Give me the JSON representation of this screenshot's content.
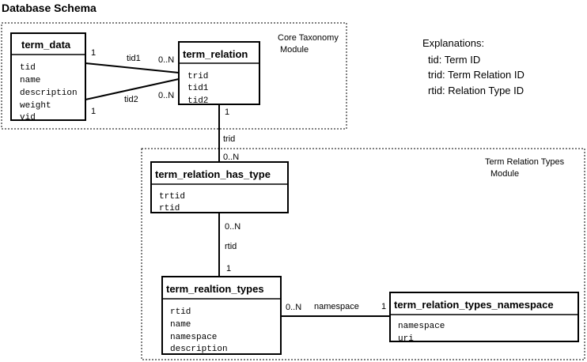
{
  "title": "Database Schema",
  "modules": {
    "core": {
      "line1": "Core Taxonomy",
      "line2": "Module"
    },
    "types": {
      "line1": "Term Relation Types",
      "line2": "Module"
    }
  },
  "entities": {
    "term_data": {
      "name": "term_data",
      "fields": [
        "tid",
        "name",
        "description",
        "weight",
        "vid"
      ]
    },
    "term_relation": {
      "name": "term_relation",
      "fields": [
        "trid",
        "tid1",
        "tid2"
      ]
    },
    "term_relation_has_type": {
      "name": "term_relation_has_type",
      "fields": [
        "trtid",
        "rtid"
      ]
    },
    "term_realtion_types": {
      "name": "term_realtion_types",
      "fields": [
        "rtid",
        "name",
        "namespace",
        "description"
      ]
    },
    "term_relation_types_namespace": {
      "name": "term_relation_types_namespace",
      "fields": [
        "namespace",
        "uri"
      ]
    }
  },
  "relations": {
    "tid1": {
      "label": "tid1",
      "from_card": "1",
      "to_card": "0..N"
    },
    "tid2": {
      "label": "tid2",
      "from_card": "1",
      "to_card": "0..N"
    },
    "trid": {
      "label": "trid",
      "from_card": "1",
      "to_card": "0..N"
    },
    "rtid": {
      "label": "rtid",
      "from_card": "0..N",
      "to_card": "1"
    },
    "namespace": {
      "label": "namespace",
      "from_card": "0..N",
      "to_card": "1"
    }
  },
  "explanations": {
    "heading": "Explanations:",
    "items": [
      "tid: Term ID",
      "trid: Term Relation ID",
      "rtid: Relation Type ID"
    ]
  }
}
